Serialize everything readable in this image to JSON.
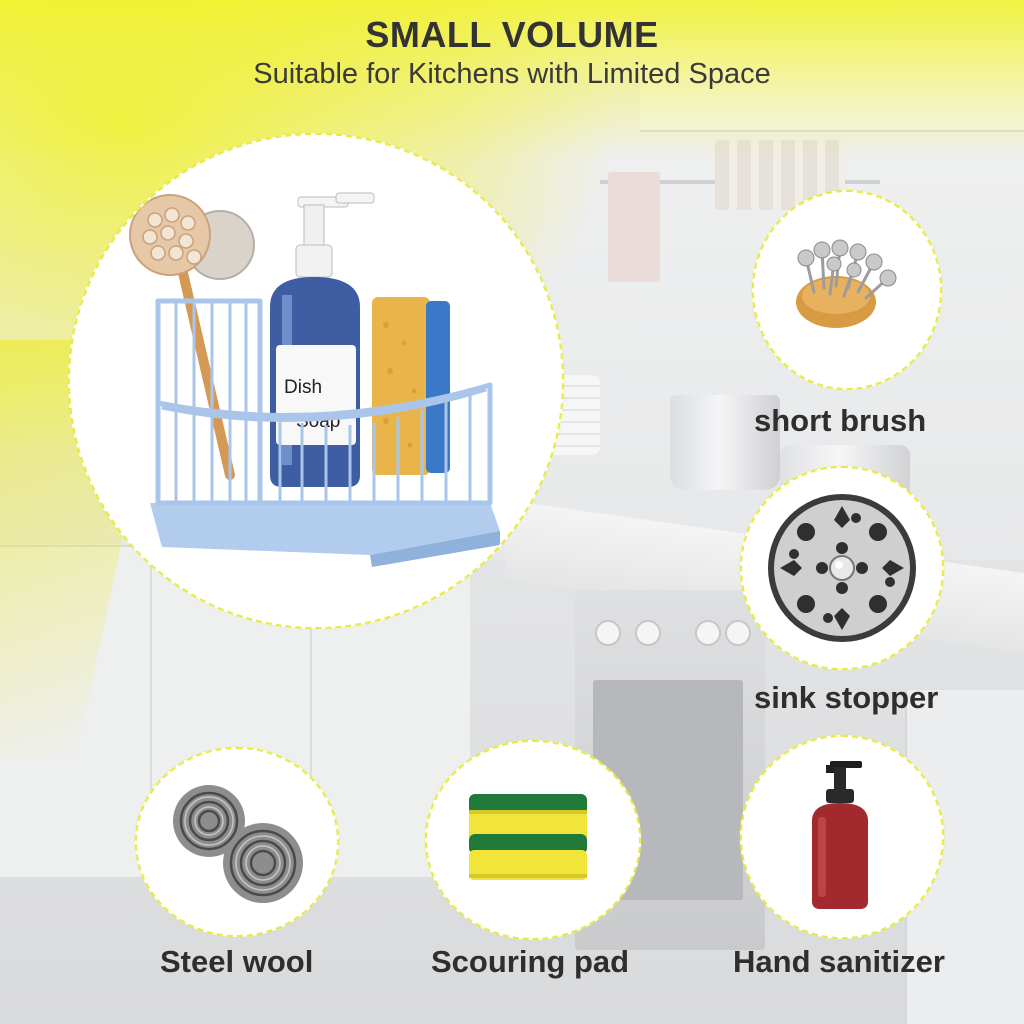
{
  "header": {
    "title": "SMALL VOLUME",
    "subtitle": "Suitable for Kitchens with Limited Space"
  },
  "hero": {
    "bottle_label_line1": "Dish",
    "bottle_label_line2": "Soap"
  },
  "accessories": [
    {
      "label": "short brush"
    },
    {
      "label": "sink stopper"
    },
    {
      "label": "Steel wool"
    },
    {
      "label": "Scouring pad"
    },
    {
      "label": "Hand sanitizer"
    }
  ],
  "colors": {
    "accent_yellow": "#e8ea45",
    "caddy_blue": "#a9c6ea",
    "text_dark": "#333333"
  }
}
